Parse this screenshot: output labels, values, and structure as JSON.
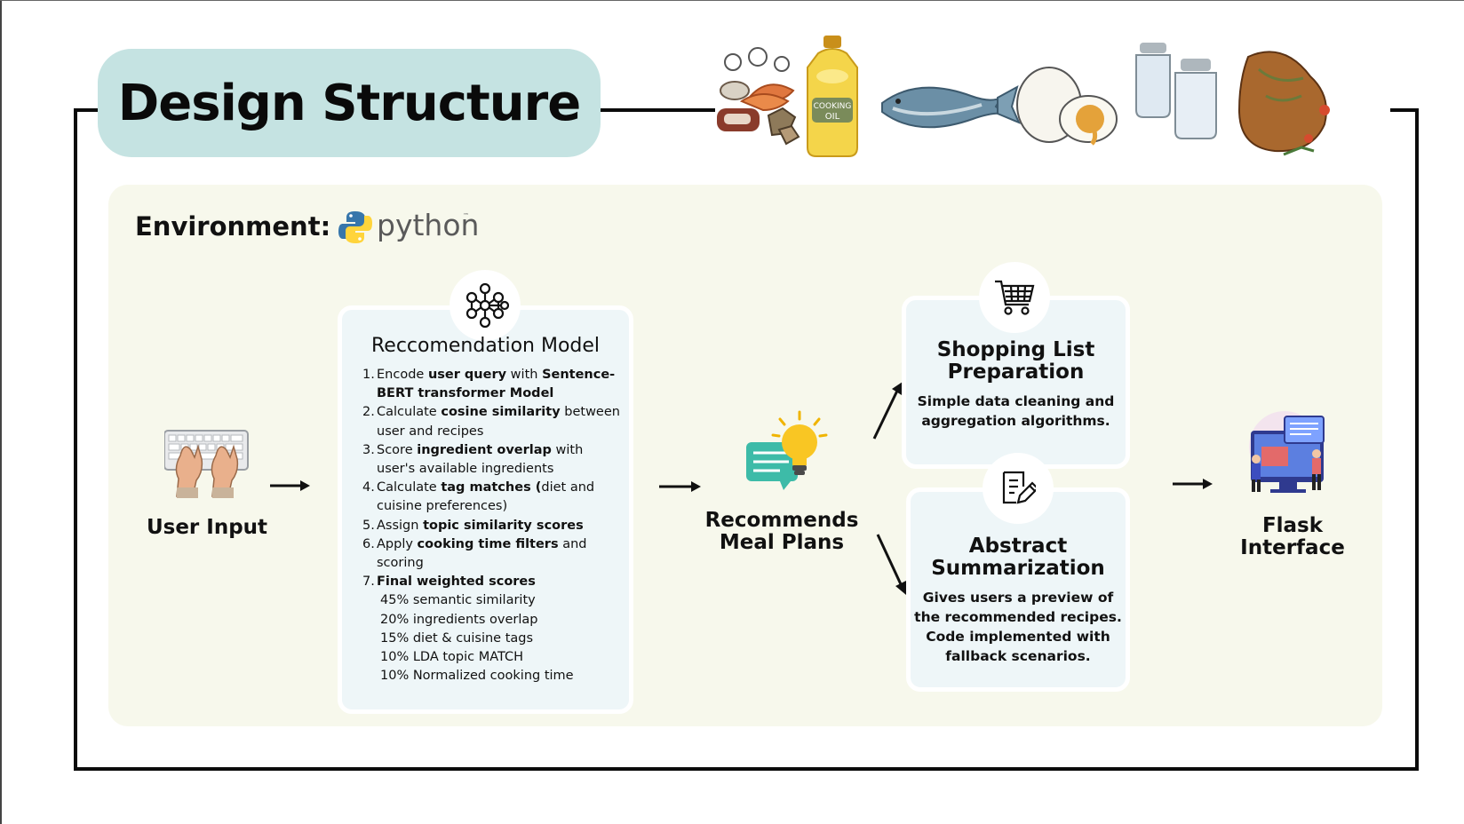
{
  "title": "Design Structure",
  "environment": {
    "label": "Environment:",
    "logo_text": "python",
    "logo_tm": "™"
  },
  "user_input": {
    "label": "User Input"
  },
  "recommendation_model": {
    "title": "Reccomendation Model",
    "steps": [
      {
        "n": "1.",
        "parts": [
          [
            "Encode ",
            false
          ],
          [
            "user query",
            true
          ],
          [
            " with ",
            false
          ],
          [
            "Sentence-BERT transformer Model",
            true
          ]
        ]
      },
      {
        "n": "2.",
        "parts": [
          [
            "Calculate ",
            false
          ],
          [
            "cosine similarity",
            true
          ],
          [
            " between user and recipes",
            false
          ]
        ]
      },
      {
        "n": "3.",
        "parts": [
          [
            "Score ",
            false
          ],
          [
            "ingredient overlap",
            true
          ],
          [
            " with user's available ingredients",
            false
          ]
        ]
      },
      {
        "n": "4.",
        "parts": [
          [
            "Calculate ",
            false
          ],
          [
            "tag matches (",
            true
          ],
          [
            "diet and cuisine preferences)",
            false
          ]
        ]
      },
      {
        "n": "5.",
        "parts": [
          [
            "Assign ",
            false
          ],
          [
            "topic similarity scores",
            true
          ]
        ]
      },
      {
        "n": "6.",
        "parts": [
          [
            "Apply ",
            false
          ],
          [
            "cooking time filters",
            true
          ],
          [
            " and scoring",
            false
          ]
        ]
      },
      {
        "n": "7.",
        "parts": [
          [
            "Final weighted scores",
            true
          ]
        ]
      }
    ],
    "weights": [
      "45% semantic similarity",
      "20% ingredients overlap",
      "15% diet & cuisine tags",
      "10% LDA topic MATCH",
      "10% Normalized cooking  time"
    ]
  },
  "recommends": {
    "line1": "Recommends",
    "line2": "Meal Plans"
  },
  "shopping": {
    "title1": "Shopping List",
    "title2": "Preparation",
    "desc1": "Simple data cleaning and",
    "desc2": "aggregation algorithms."
  },
  "abstract": {
    "title1": "Abstract",
    "title2": "Summarization",
    "desc1": "Gives users a preview of",
    "desc2": "the recommended recipes.",
    "desc3": "Code implemented with",
    "desc4": "fallback scenarios."
  },
  "flask": {
    "line1": "Flask",
    "line2": "Interface"
  },
  "food_icons": [
    "seafood-icon",
    "cooking-oil-bottle-icon",
    "fish-icon",
    "egg-icon",
    "salt-shaker-icon",
    "roast-chicken-icon"
  ],
  "oil_label": "COOKING OIL",
  "colors": {
    "title_pill": "#c5e3e2",
    "panel": "#f7f8ec",
    "card": "#eef6f8",
    "python_blue": "#3776ab",
    "python_yellow": "#ffd43b"
  }
}
